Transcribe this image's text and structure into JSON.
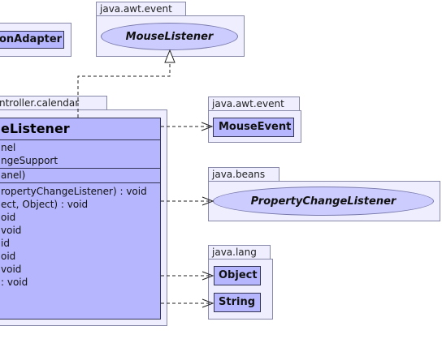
{
  "packages": {
    "adapter": {
      "class_label": "onAdapter"
    },
    "awt_event_top": {
      "tab_label": "java.awt.event",
      "interface_label": "MouseListener"
    },
    "controller": {
      "tab_label": "ntroller.calendar",
      "class_name": "eListener",
      "attributes": [
        "nel",
        "ngeSupport"
      ],
      "constructors": [
        "anel)"
      ],
      "methods": [
        "ropertyChangeListener) : void",
        "ect, Object) : void",
        "oid",
        "void",
        "id",
        "oid",
        "void",
        ": void"
      ]
    },
    "awt_event_right": {
      "tab_label": "java.awt.event",
      "class_label": "MouseEvent"
    },
    "beans": {
      "tab_label": "java.beans",
      "interface_label": "PropertyChangeListener"
    },
    "lang": {
      "tab_label": "java.lang",
      "classes": [
        "Object",
        "String"
      ]
    }
  }
}
